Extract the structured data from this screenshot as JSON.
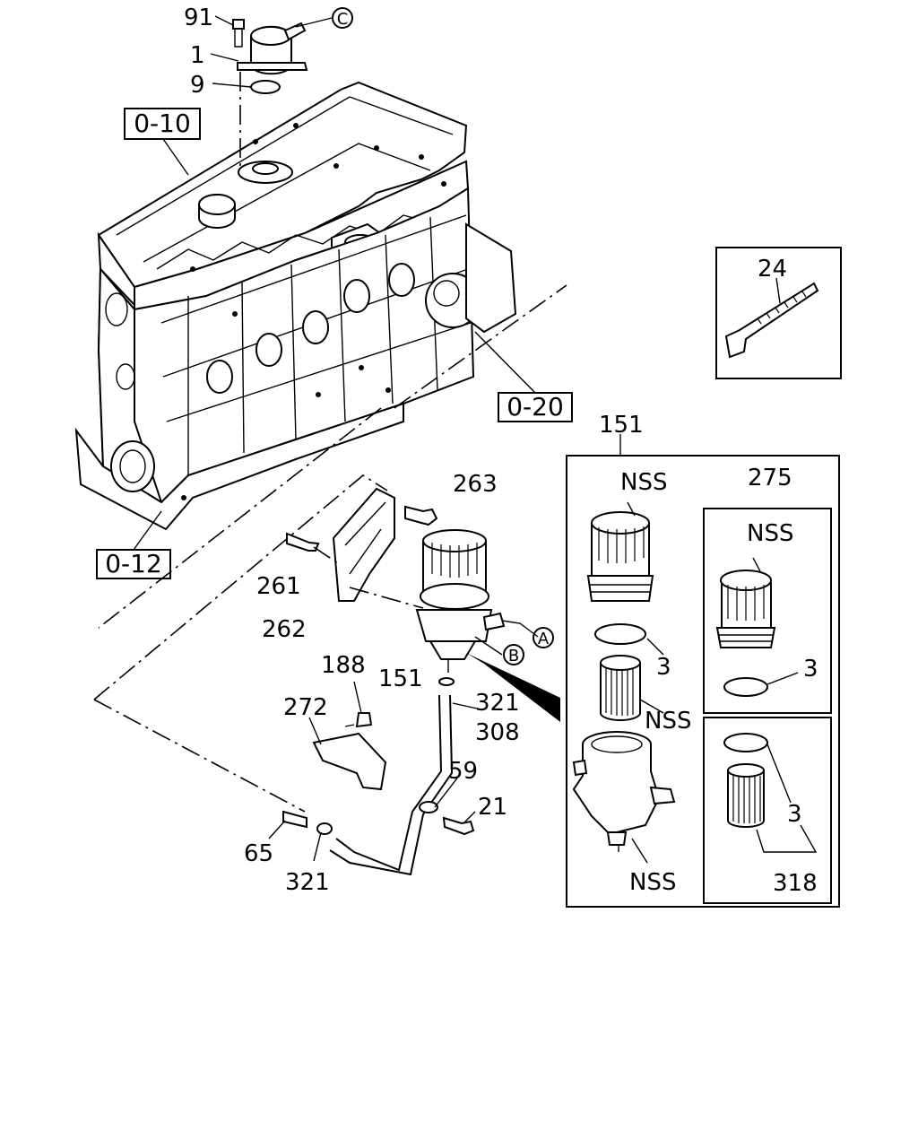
{
  "callouts": {
    "c91": "91",
    "c1": "1",
    "c9": "9",
    "c24": "24",
    "c151_top": "151",
    "c263": "263",
    "c261": "261",
    "c262": "262",
    "c151_mid": "151",
    "c188": "188",
    "c272": "272",
    "c321_mid": "321",
    "c308": "308",
    "c59": "59",
    "c21": "21",
    "c65": "65",
    "c321_bot": "321",
    "c275": "275",
    "c3_a": "3",
    "c3_b": "3",
    "c3_c": "3",
    "c318": "318",
    "nss_1": "NSS",
    "nss_2": "NSS",
    "nss_3": "NSS",
    "nss_4": "NSS"
  },
  "references": {
    "r010": "0-10",
    "r020": "0-20",
    "r012": "0-12"
  },
  "connectors": {
    "cc": "C",
    "ca": "A",
    "cb": "B"
  }
}
